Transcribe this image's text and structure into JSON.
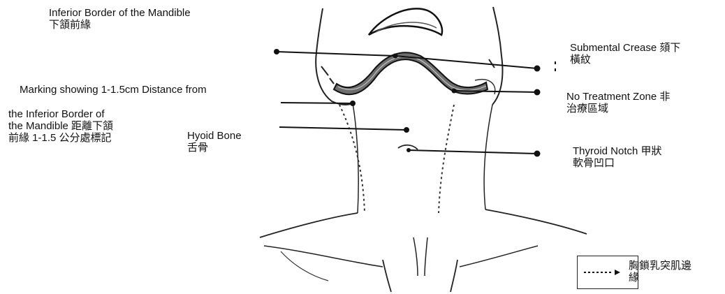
{
  "labels": {
    "inferior_border": {
      "en": "Inferior Border of the Mandible",
      "zh": "下頷前緣"
    },
    "submental_crease": {
      "en": "Submental Crease 頦下",
      "zh": "橫紋"
    },
    "marking": {
      "line1": "Marking showing 1-1.5cm Distance from",
      "line2": "the Inferior Border of",
      "line3": "the Mandible 距離下頷",
      "line4": "前緣 1-1.5 公分處標記"
    },
    "no_treatment": {
      "en": "No Treatment Zone 非",
      "zh": "治療區域"
    },
    "hyoid": {
      "en": "Hyoid Bone",
      "zh": "舌骨"
    },
    "thyroid": {
      "en": "Thyroid Notch 甲狀",
      "zh": "軟骨凹口"
    }
  },
  "legend": {
    "line1": "胸鎖乳突肌邊",
    "line2": "緣"
  }
}
